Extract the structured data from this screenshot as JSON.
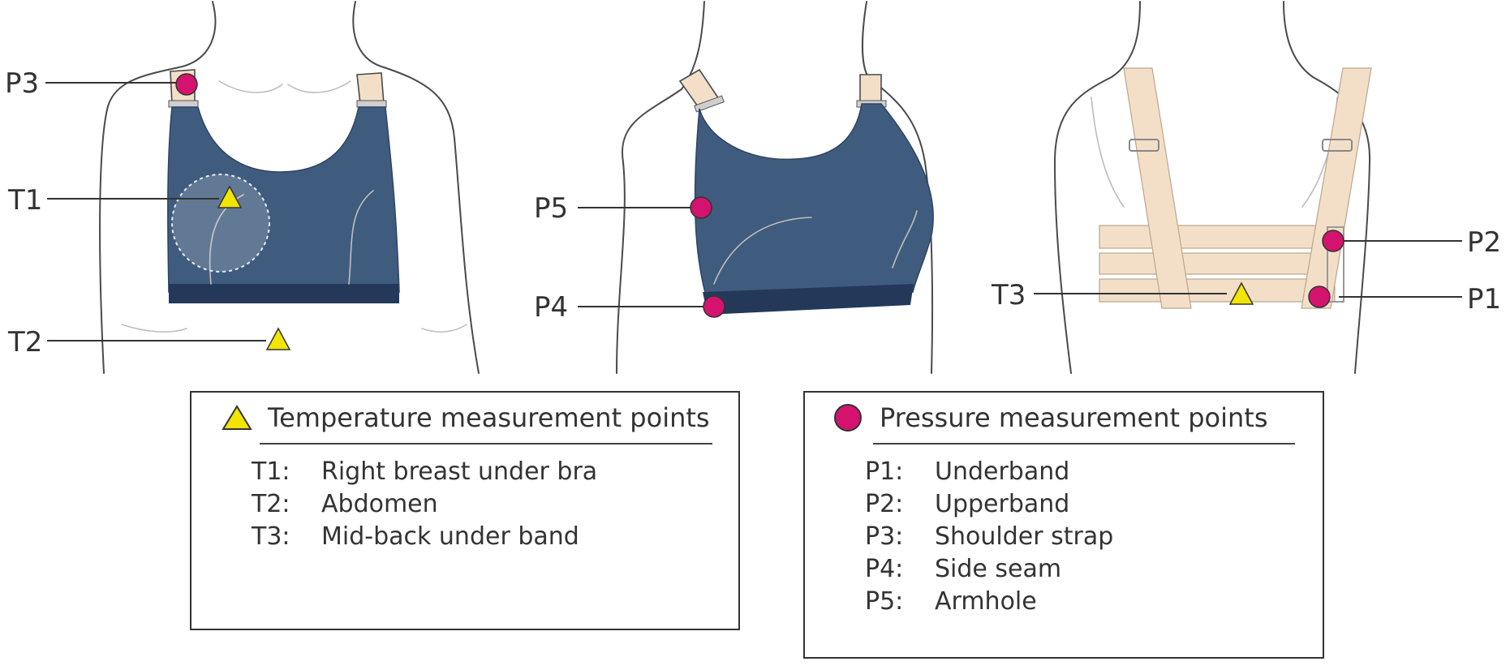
{
  "colors": {
    "bra_fabric": "#3f5c7e",
    "band_dark": "#24395a",
    "strap_beige": "#f3dfc8",
    "temperature_marker": "#f2e600",
    "pressure_marker": "#d4136f"
  },
  "views": [
    {
      "name": "front",
      "labels": [
        {
          "code": "P3",
          "kind": "pressure"
        },
        {
          "code": "T1",
          "kind": "temperature"
        },
        {
          "code": "T2",
          "kind": "temperature"
        }
      ]
    },
    {
      "name": "side",
      "labels": [
        {
          "code": "P5",
          "kind": "pressure"
        },
        {
          "code": "P4",
          "kind": "pressure"
        }
      ]
    },
    {
      "name": "back",
      "labels": [
        {
          "code": "P2",
          "kind": "pressure"
        },
        {
          "code": "T3",
          "kind": "temperature"
        },
        {
          "code": "P1",
          "kind": "pressure"
        }
      ]
    }
  ],
  "legend_temperature": {
    "icon": "triangle-icon",
    "title": "Temperature measurement points",
    "items": [
      {
        "code": "T1:",
        "text": "Right breast under bra"
      },
      {
        "code": "T2:",
        "text": "Abdomen"
      },
      {
        "code": "T3:",
        "text": "Mid-back under band"
      }
    ]
  },
  "legend_pressure": {
    "icon": "circle-icon",
    "title": "Pressure measurement points",
    "items": [
      {
        "code": "P1:",
        "text": "Underband"
      },
      {
        "code": "P2:",
        "text": "Upperband"
      },
      {
        "code": "P3:",
        "text": "Shoulder strap"
      },
      {
        "code": "P4:",
        "text": "Side seam"
      },
      {
        "code": "P5:",
        "text": "Armhole"
      }
    ]
  }
}
